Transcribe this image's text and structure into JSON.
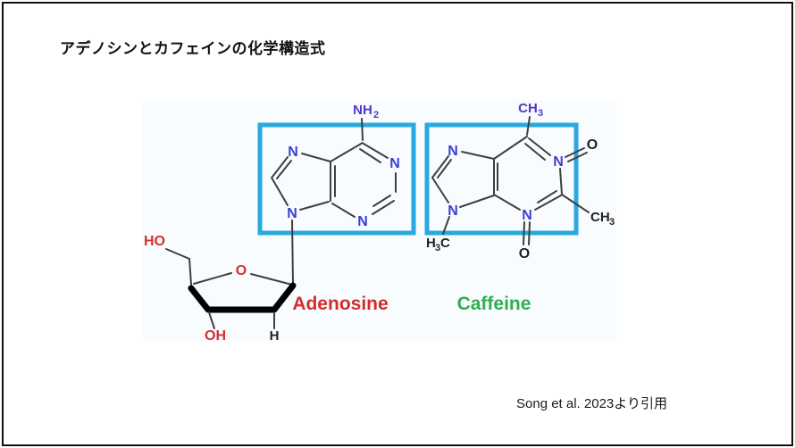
{
  "slide": {
    "title": "アデノシンとカフェインの化学構造式",
    "citation": "Song et al. 2023より引用"
  },
  "figure": {
    "background": "#f9fcfe",
    "highlight_box_color": "#29a9e0",
    "molecules": [
      {
        "name": "Adenosine",
        "label_color": "#d22c2c"
      },
      {
        "name": "Caffeine",
        "label_color": "#2fae52"
      }
    ],
    "labels": {
      "N": "N",
      "O": "O",
      "HO": "HO",
      "OH": "OH",
      "H": "H",
      "C": "C",
      "NH": "NH",
      "CH": "CH",
      "sub2": "2",
      "sub3": "3"
    },
    "colors": {
      "nitrogen": "#3b3fd0",
      "substituent_purple": "#5036c8",
      "oxygen_red": "#d42f2f",
      "oxygen_black": "#222222",
      "bond": "#3f3f3f"
    }
  }
}
